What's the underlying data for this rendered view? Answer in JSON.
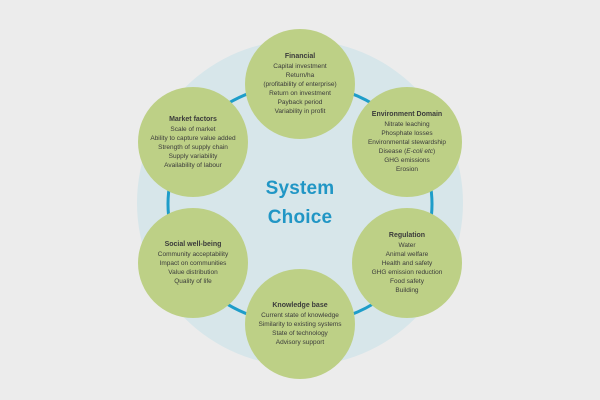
{
  "center": {
    "title": "System Choice"
  },
  "colors": {
    "background": "#ececec",
    "halo_fill": "#d7e6ea",
    "node_fill": "#bdd086",
    "ring_stroke": "#1e9dc9",
    "title_text": "#2196c5",
    "node_text": "#3b3b3b"
  },
  "nodes": [
    {
      "id": "financial",
      "title": "Financial",
      "items": [
        "Capital investment",
        "Return/ha",
        "(profitability of enterprise)",
        "Return on investment",
        "Payback period",
        "Variability in profit"
      ]
    },
    {
      "id": "environment-domain",
      "title": "Environment Domain",
      "items": [
        "Nitrate leaching",
        "Phosphate losses",
        "Environmental stewardship",
        "Disease (*E-coli etc*)",
        "GHG emissions",
        "Erosion"
      ]
    },
    {
      "id": "regulation",
      "title": "Regulation",
      "items": [
        "Water",
        "Animal welfare",
        "Health and safety",
        "GHG emission reduction",
        "Food safety",
        "Building"
      ]
    },
    {
      "id": "knowledge-base",
      "title": "Knowledge base",
      "items": [
        "Current state of knowledge",
        "Similarity to existing systems",
        "State of technology",
        "Advisory support"
      ]
    },
    {
      "id": "social-well-being",
      "title": "Social well-being",
      "items": [
        "Community acceptability",
        "Impact on communities",
        "Value distribution",
        "Quality of life"
      ]
    },
    {
      "id": "market-factors",
      "title": "Market factors",
      "items": [
        "Scale of market",
        "Ability to capture value added",
        "Strength of supply chain",
        "Supply variability",
        "Availability of labour"
      ]
    }
  ]
}
